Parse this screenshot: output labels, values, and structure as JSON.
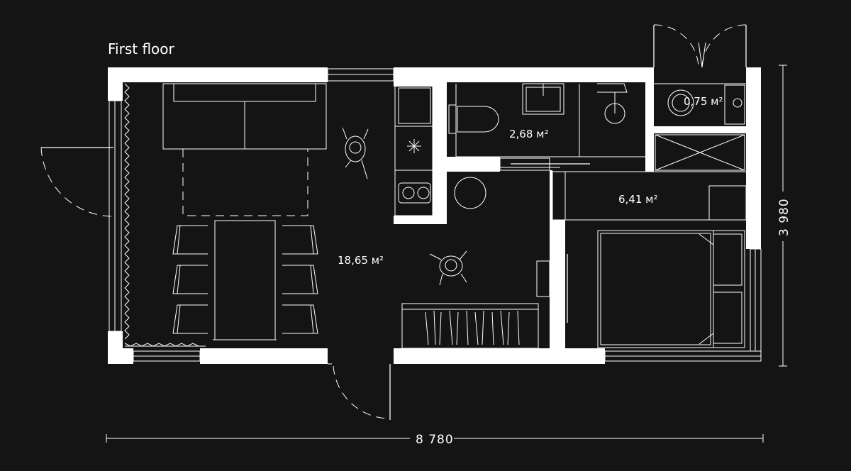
{
  "floor": {
    "title": "First floor"
  },
  "rooms": [
    {
      "id": "living",
      "area": "18,65 м²"
    },
    {
      "id": "bathroom",
      "area": "2,68 м²"
    },
    {
      "id": "wc",
      "area": "0,75 м²"
    },
    {
      "id": "bedroom",
      "area": "6,41 м²"
    }
  ],
  "dimensions": {
    "width": "8 780",
    "height": "3 980"
  },
  "colors": {
    "background": "#141414",
    "wall": "#ffffff",
    "line": "#ffffff"
  }
}
